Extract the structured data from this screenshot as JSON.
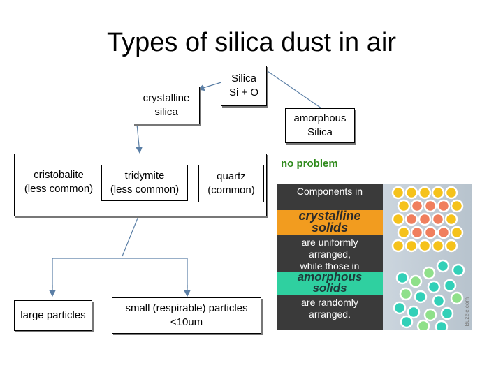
{
  "title": "Types of silica dust in air",
  "nodes": {
    "silica": {
      "line1": "Silica",
      "line2": "Si + O"
    },
    "crystalline": {
      "line1": "crystalline",
      "line2": "silica"
    },
    "amorphous": {
      "line1": "amorphous",
      "line2": "Silica"
    },
    "cristobalite": {
      "line1": "cristobalite",
      "line2": "(less common)"
    },
    "tridymite": {
      "line1": "tridymite",
      "line2": "(less common)"
    },
    "quartz": {
      "line1": "quartz",
      "line2": "(common)"
    },
    "large": {
      "line1": "large particles"
    },
    "small": {
      "line1": "small (respirable) particles",
      "line2": "<10um"
    }
  },
  "annotation": "no problem",
  "infographic": {
    "line1": "Components in",
    "crystalline_word": "crystalline",
    "solids_word": "solids",
    "line2": "are uniformly",
    "line3": "arranged,",
    "line4": "while those in",
    "amorphous_word": "amorphous",
    "solids_word2": "solids",
    "line5": "are randomly",
    "line6": "arranged.",
    "credit": "Buzzle.com"
  },
  "colors": {
    "annotation": "#2f8a1c",
    "arrow": "#5b7fa6",
    "crystal_orange": "#f29c1f",
    "amorphous_teal": "#2fd0a0",
    "dot_yellow": "#f5c21b",
    "dot_salmon": "#f07f5e",
    "dot_teal": "#32d0b8",
    "dot_green": "#8fe08a"
  }
}
